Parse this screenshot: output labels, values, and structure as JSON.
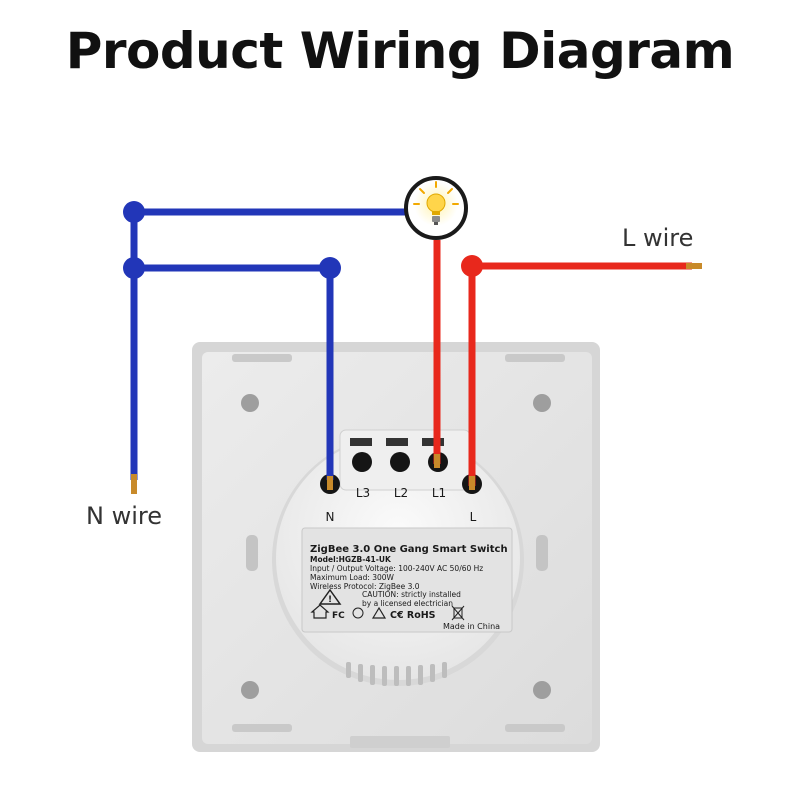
{
  "title": "Product Wiring Diagram",
  "wires": {
    "n_label": "N wire",
    "l_label": "L wire",
    "neutral_color": "#2236b8",
    "live_color": "#e8281c"
  },
  "terminals": {
    "l3": "L3",
    "l2": "L2",
    "l1": "L1",
    "n": "N",
    "l": "L"
  },
  "module_label": {
    "product": "ZigBee 3.0 One Gang Smart Switch",
    "model": "Model:HGZB-41-UK",
    "voltage": "Input / Output Voltage: 100-240V AC 50/60 Hz",
    "load": "Maximum Load: 300W",
    "protocol": "Wireless Protocol: ZigBee 3.0",
    "caution_1": "CAUTION: strictly installed",
    "caution_2": "by a licensed electrician",
    "certs": "C€ RoHS",
    "fc": "FC",
    "origin": "Made in China"
  },
  "icons": [
    "light-bulb-icon",
    "warning-icon",
    "home-icon",
    "weee-bin-icon"
  ]
}
